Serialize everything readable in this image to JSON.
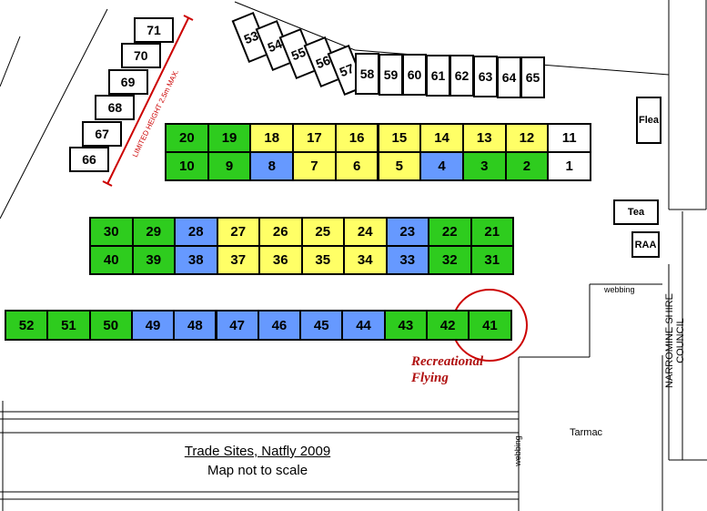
{
  "title": "Trade Sites, Natfly 2009",
  "subtitle": "Map not to scale",
  "colors": {
    "green": "#2ecc1e",
    "yellow": "#ffff66",
    "blue": "#6699ff",
    "red": "#cc0000"
  },
  "labels": {
    "limited_height": "LIMITED HEIGHT 2.5m MAX.",
    "recreational_1": "Recreational",
    "recreational_2": "Flying",
    "webbing": "webbing",
    "tarmac": "Tarmac",
    "council": "NARROMINE SHIRE COUNCIL"
  },
  "facilities": {
    "flea": "Flea",
    "tea": "Tea",
    "raa": "RAA"
  },
  "rows": {
    "row1_top": [
      {
        "n": "20",
        "c": "green"
      },
      {
        "n": "19",
        "c": "green"
      },
      {
        "n": "18",
        "c": "yellow"
      },
      {
        "n": "17",
        "c": "yellow"
      },
      {
        "n": "16",
        "c": "yellow"
      },
      {
        "n": "15",
        "c": "yellow"
      },
      {
        "n": "14",
        "c": "yellow"
      },
      {
        "n": "13",
        "c": "yellow"
      },
      {
        "n": "12",
        "c": "yellow"
      },
      {
        "n": "11",
        "c": "white"
      }
    ],
    "row1_bottom": [
      {
        "n": "10",
        "c": "green"
      },
      {
        "n": "9",
        "c": "green"
      },
      {
        "n": "8",
        "c": "blue"
      },
      {
        "n": "7",
        "c": "yellow"
      },
      {
        "n": "6",
        "c": "yellow"
      },
      {
        "n": "5",
        "c": "yellow"
      },
      {
        "n": "4",
        "c": "blue"
      },
      {
        "n": "3",
        "c": "green"
      },
      {
        "n": "2",
        "c": "green"
      },
      {
        "n": "1",
        "c": "white"
      }
    ],
    "row2_top": [
      {
        "n": "30",
        "c": "green"
      },
      {
        "n": "29",
        "c": "green"
      },
      {
        "n": "28",
        "c": "blue"
      },
      {
        "n": "27",
        "c": "yellow"
      },
      {
        "n": "26",
        "c": "yellow"
      },
      {
        "n": "25",
        "c": "yellow"
      },
      {
        "n": "24",
        "c": "yellow"
      },
      {
        "n": "23",
        "c": "blue"
      },
      {
        "n": "22",
        "c": "green"
      },
      {
        "n": "21",
        "c": "green"
      }
    ],
    "row2_bottom": [
      {
        "n": "40",
        "c": "green"
      },
      {
        "n": "39",
        "c": "green"
      },
      {
        "n": "38",
        "c": "blue"
      },
      {
        "n": "37",
        "c": "yellow"
      },
      {
        "n": "36",
        "c": "yellow"
      },
      {
        "n": "35",
        "c": "yellow"
      },
      {
        "n": "34",
        "c": "yellow"
      },
      {
        "n": "33",
        "c": "blue"
      },
      {
        "n": "32",
        "c": "green"
      },
      {
        "n": "31",
        "c": "green"
      }
    ],
    "row3": [
      {
        "n": "52",
        "c": "green"
      },
      {
        "n": "51",
        "c": "green"
      },
      {
        "n": "50",
        "c": "green"
      },
      {
        "n": "49",
        "c": "blue"
      },
      {
        "n": "48",
        "c": "blue"
      },
      {
        "n": "47",
        "c": "blue"
      },
      {
        "n": "46",
        "c": "blue"
      },
      {
        "n": "45",
        "c": "blue"
      },
      {
        "n": "44",
        "c": "blue"
      },
      {
        "n": "43",
        "c": "green"
      },
      {
        "n": "42",
        "c": "green"
      },
      {
        "n": "41",
        "c": "green"
      }
    ]
  },
  "crossed_out": [
    "11",
    "1"
  ],
  "highlighted_site": "41",
  "diagonal_sites": [
    "66",
    "67",
    "68",
    "69",
    "70",
    "71"
  ],
  "top_slant_sites": [
    "53",
    "54",
    "55",
    "56",
    "57"
  ],
  "top_row_sites": [
    "58",
    "59",
    "60",
    "61",
    "62",
    "63",
    "64",
    "65"
  ]
}
